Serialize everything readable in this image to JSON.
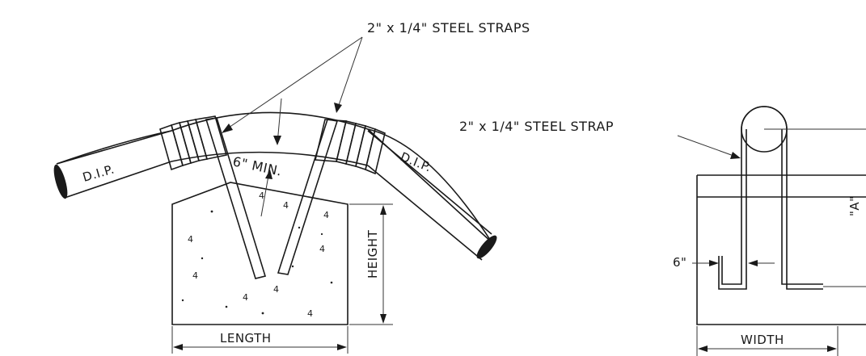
{
  "labels": {
    "straps_plural": "2\" x 1/4\" STEEL STRAPS",
    "strap_single": "2\" x 1/4\" STEEL STRAP",
    "dip_left": "D.I.P.",
    "dip_right": "D.I.P.",
    "clearance": "6\" MIN.",
    "height": "HEIGHT",
    "length": "LENGTH",
    "width": "WIDTH",
    "six_inch": "6\"",
    "dim_a": "\"A\"",
    "aggregate_mark": "4"
  },
  "colors": {
    "line": "#1a1a1a",
    "paper": "#ffffff"
  }
}
